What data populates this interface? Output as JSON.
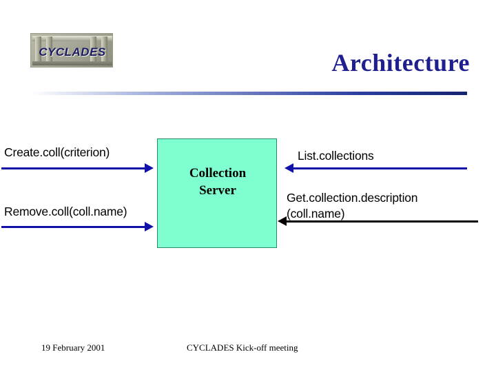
{
  "slide": {
    "title": "Architecture",
    "logo": {
      "text": "CYCLADES",
      "alt": "cyclades-logo"
    },
    "diagram": {
      "server_box_label": "Collection\nServer",
      "server_box_color": "#7fffd0",
      "arrow_color_blue": "#1111aa",
      "arrow_color_black": "#000000",
      "labels": {
        "create": "Create.coll(criterion)",
        "remove": "Remove.coll(coll.name)",
        "list": "List.collections",
        "get_description_line1": "Get.collection.description",
        "get_description_line2": "(coll.name)"
      }
    },
    "footer": {
      "date": "19 February 2001",
      "meeting": "CYCLADES Kick-off meeting"
    },
    "colors": {
      "title": "#1f1f8f",
      "rule_gradient_end": "#14246e"
    }
  }
}
